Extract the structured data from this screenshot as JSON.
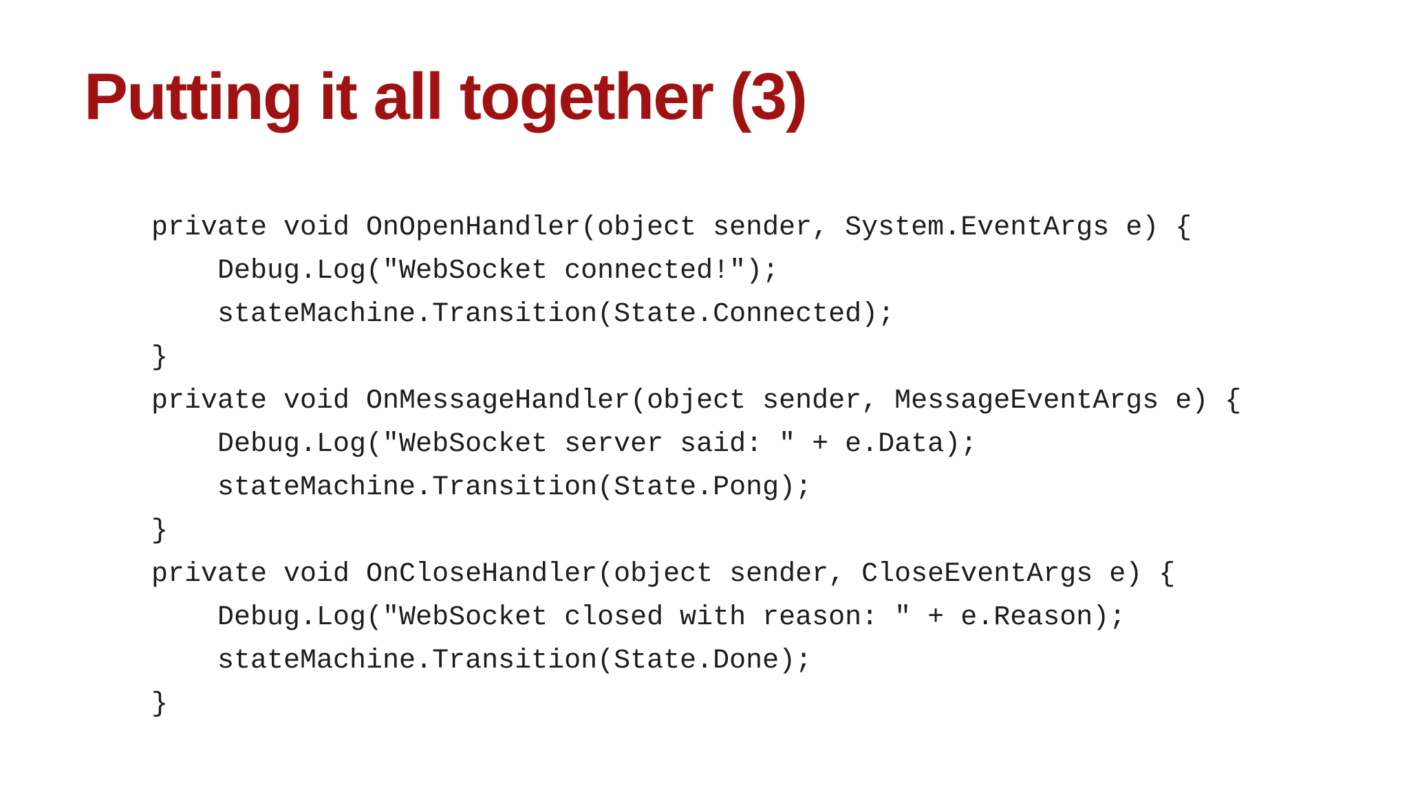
{
  "slide": {
    "title": "Putting it all together (3)",
    "title_color": "#a01212",
    "background_color": "#ffffff"
  },
  "code": {
    "text_color": "#1c1c1c",
    "lines": [
      "private void OnOpenHandler(object sender, System.EventArgs e) {",
      "    Debug.Log(\"WebSocket connected!\");",
      "    stateMachine.Transition(State.Connected);",
      "}",
      "private void OnMessageHandler(object sender, MessageEventArgs e) {",
      "    Debug.Log(\"WebSocket server said: \" + e.Data);",
      "    stateMachine.Transition(State.Pong);",
      "}",
      "private void OnCloseHandler(object sender, CloseEventArgs e) {",
      "    Debug.Log(\"WebSocket closed with reason: \" + e.Reason);",
      "    stateMachine.Transition(State.Done);",
      "}"
    ]
  }
}
